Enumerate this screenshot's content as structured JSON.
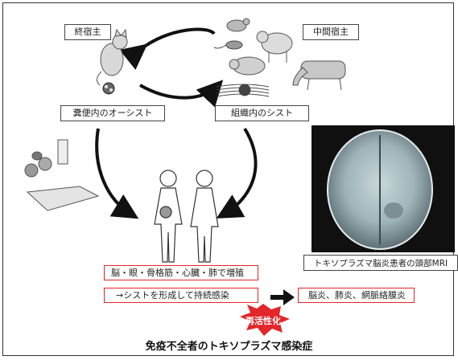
{
  "labels": {
    "definitive_host": "終宿主",
    "intermediate_host": "中間宿主",
    "oocyst": "糞便内のオーシスト",
    "tissue_cyst": "組織内のシスト",
    "mri_caption": "トキソプラズマ脳炎患者の頭部MRI"
  },
  "boxes": {
    "proliferation": "脳・眼・骨格筋・心臓・肺で増殖",
    "persistent": "→シストを形成して持続感染",
    "diseases": "脳炎、肺炎、網脈絡膜炎"
  },
  "burst": "再活性化",
  "title": "免疫不全者のトキソプラズマ感染症",
  "colors": {
    "accent_red": "#e3262a",
    "outline": "#333333"
  },
  "icons": [
    "cat-icon",
    "bird-icon",
    "mouse-icon",
    "sheep-icon",
    "pig-icon",
    "cow-icon",
    "oocyst-icon",
    "cyst-icon",
    "food-icon",
    "human-figure-icon",
    "brain-mri-image",
    "reactivation-burst-icon"
  ]
}
